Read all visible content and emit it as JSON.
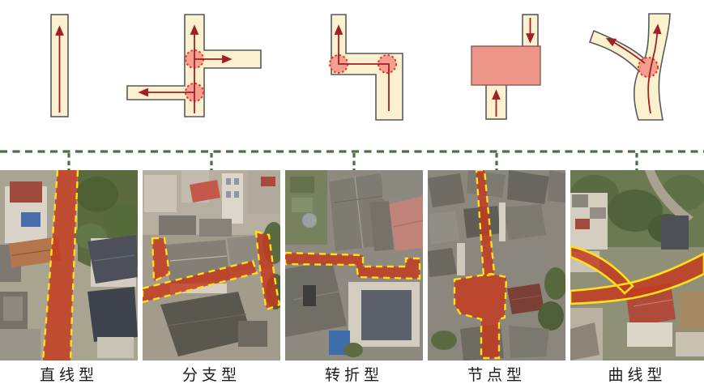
{
  "types": [
    {
      "id": "straight",
      "label": "直线型"
    },
    {
      "id": "branch",
      "label": "分支型"
    },
    {
      "id": "turning",
      "label": "转折型"
    },
    {
      "id": "node",
      "label": "节点型"
    },
    {
      "id": "curve",
      "label": "曲线型"
    }
  ],
  "colors": {
    "road-fill": "#FBF1CF",
    "road-border": "#58595B",
    "arrow": "#A21F23",
    "junction-fill": "#F2998B",
    "junction-stroke": "#EE3425",
    "node-rect-fill": "#EF9489",
    "divider": "#4E7046",
    "photo-road": "#C43A1E",
    "photo-outline": "#FFE01A",
    "label-text": "#1B1B1B"
  }
}
